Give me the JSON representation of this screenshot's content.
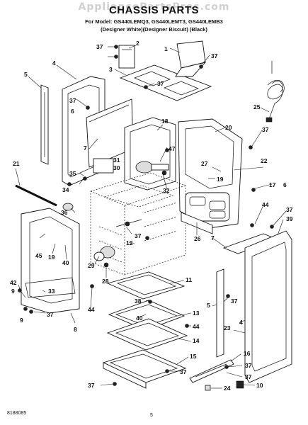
{
  "watermark": "AppliancePartsPros.com",
  "header": {
    "title": "CHASSIS PARTS",
    "model_line": "For Model: GS440LEMQ3, GS440LEMT3, GS440LEMB3",
    "variant_line": "(Designer White)(Designer Biscuit)   (Black)"
  },
  "footer": {
    "doc_number": "8188085",
    "page_number": "5"
  },
  "part_numbers": {
    "p1": "1",
    "p2": "2",
    "p3": "3",
    "p4": "4",
    "p5": "5",
    "p6": "6",
    "p7": "7",
    "p8": "8",
    "p9": "9",
    "p10": "10",
    "p11": "11",
    "p12": "12",
    "p13": "13",
    "p14": "14",
    "p15": "15",
    "p16": "16",
    "p17": "17",
    "p18": "18",
    "p19": "19",
    "p20": "20",
    "p21": "21",
    "p22": "22",
    "p23": "23",
    "p24": "24",
    "p25": "25",
    "p26": "26",
    "p27": "27",
    "p28": "28",
    "p29": "29",
    "p30": "30",
    "p31": "31",
    "p32": "32",
    "p33": "33",
    "p34": "34",
    "p35": "35",
    "p36": "36",
    "p37": "37",
    "p38": "38",
    "p39": "39",
    "p40": "40",
    "p42": "42",
    "p44": "44",
    "p45": "45",
    "p47": "47"
  }
}
